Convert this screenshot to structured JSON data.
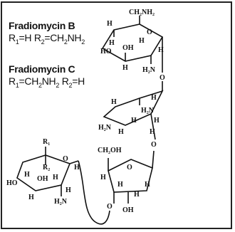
{
  "fradiomycin_b": {
    "name": "Fradiomycin B",
    "r1": "R",
    "r1_sub": "1",
    "r1_val": "=H",
    "r2": "R",
    "r2_sub": "2",
    "r2_val": "=CH",
    "r2_sub2": "2",
    "r2_tail": "NH",
    "r2_sub3": "2"
  },
  "fradiomycin_c": {
    "name": "Fradiomycin C",
    "r1": "R",
    "r1_sub": "1",
    "r1_val": "=CH",
    "r1_sub2": "2",
    "r1_tail": "NH",
    "r1_sub3": "2",
    "r2": "R",
    "r2_sub": "2",
    "r2_val": "=H"
  },
  "structure_labels": {
    "ring1_ch2nh2": "CH₂NH₂",
    "ring1_o": "O",
    "ring1_ho": "HO",
    "ring1_oh": "OH",
    "ring1_h2n": "H₂N",
    "ring1_glyco_o": "O",
    "ring2_h2n_top": "H₂N",
    "ring2_h2n_left": "H₂N",
    "ring2_o": "O",
    "ring3_ch2oh": "CH₂OH",
    "ring3_o": "O",
    "ring3_oh": "OH",
    "ring3_glyco_o": "O",
    "ring4_r1": "R₁",
    "ring4_r2": "R₂",
    "ring4_o": "O",
    "ring4_oh": "OH",
    "ring4_ho": "HO",
    "ring4_h2n": "H₂N",
    "h": "H"
  }
}
